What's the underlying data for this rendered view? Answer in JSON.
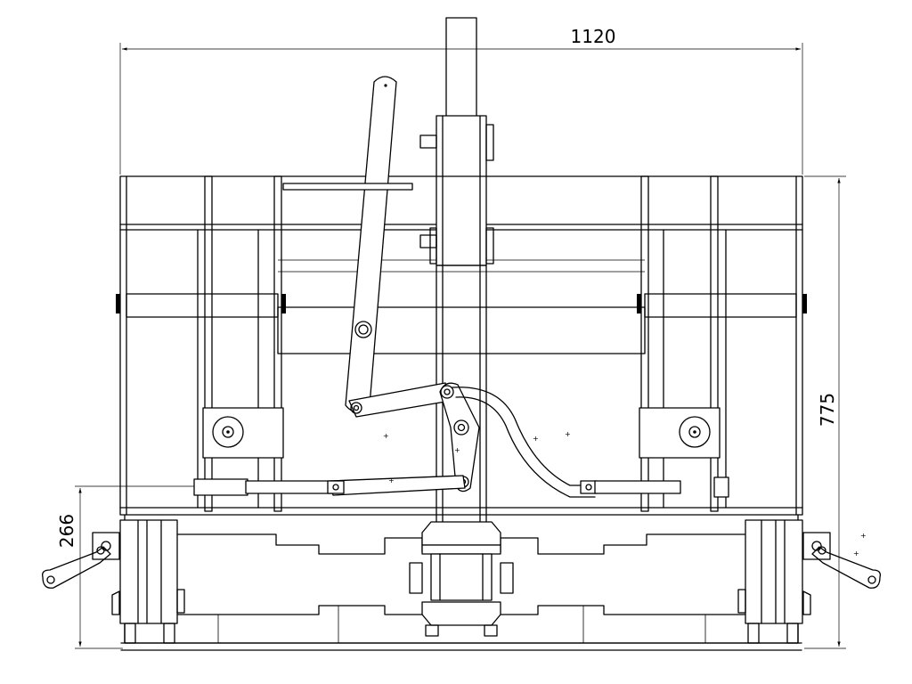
{
  "dimensions": {
    "overall_width": "1120",
    "frame_height": "775",
    "hitch_height": "266"
  },
  "colors": {
    "line": "#000000",
    "background": "#ffffff"
  }
}
